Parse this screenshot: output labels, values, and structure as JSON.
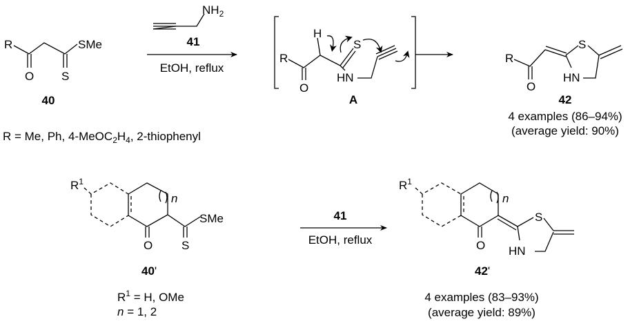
{
  "scheme1": {
    "reactant": {
      "label": "40",
      "atoms": {
        "R": "R",
        "O": "O",
        "S": "S",
        "SMe": "SMe"
      }
    },
    "r_definition": {
      "parts": [
        "R = Me, Ph, 4-MeOC",
        "2",
        "H",
        "4",
        ", 2-thiophenyl"
      ]
    },
    "reagent": {
      "label": "41",
      "amine": "NH",
      "amine_sub": "2",
      "conditions": "EtOH, reflux"
    },
    "intermediate": {
      "label": "A",
      "atoms": {
        "R": "R",
        "O": "O",
        "H": "H",
        "S": "S",
        "HN": "HN"
      }
    },
    "product": {
      "label": "42",
      "atoms": {
        "R": "R",
        "O": "O",
        "S": "S",
        "HN": "HN"
      },
      "examples": "4 examples (86–94%)",
      "average": "(average yield: 90%)"
    }
  },
  "scheme2": {
    "reactant": {
      "label": "40",
      "prime": "'",
      "atoms": {
        "R": "R",
        "R_sup": "1",
        "O": "O",
        "S": "S",
        "SMe": "SMe",
        "n": "n"
      }
    },
    "definitions": {
      "r1": [
        "R",
        "1",
        " = H, OMe"
      ],
      "n": [
        "n",
        " = 1, 2"
      ]
    },
    "reagent": {
      "label": "41",
      "conditions": "EtOH, reflux"
    },
    "product": {
      "label": "42",
      "prime": "'",
      "atoms": {
        "R": "R",
        "R_sup": "1",
        "O": "O",
        "S": "S",
        "HN": "HN",
        "n": "n"
      },
      "examples": "4 examples (83–93%)",
      "average": "(average yield: 89%)"
    }
  }
}
